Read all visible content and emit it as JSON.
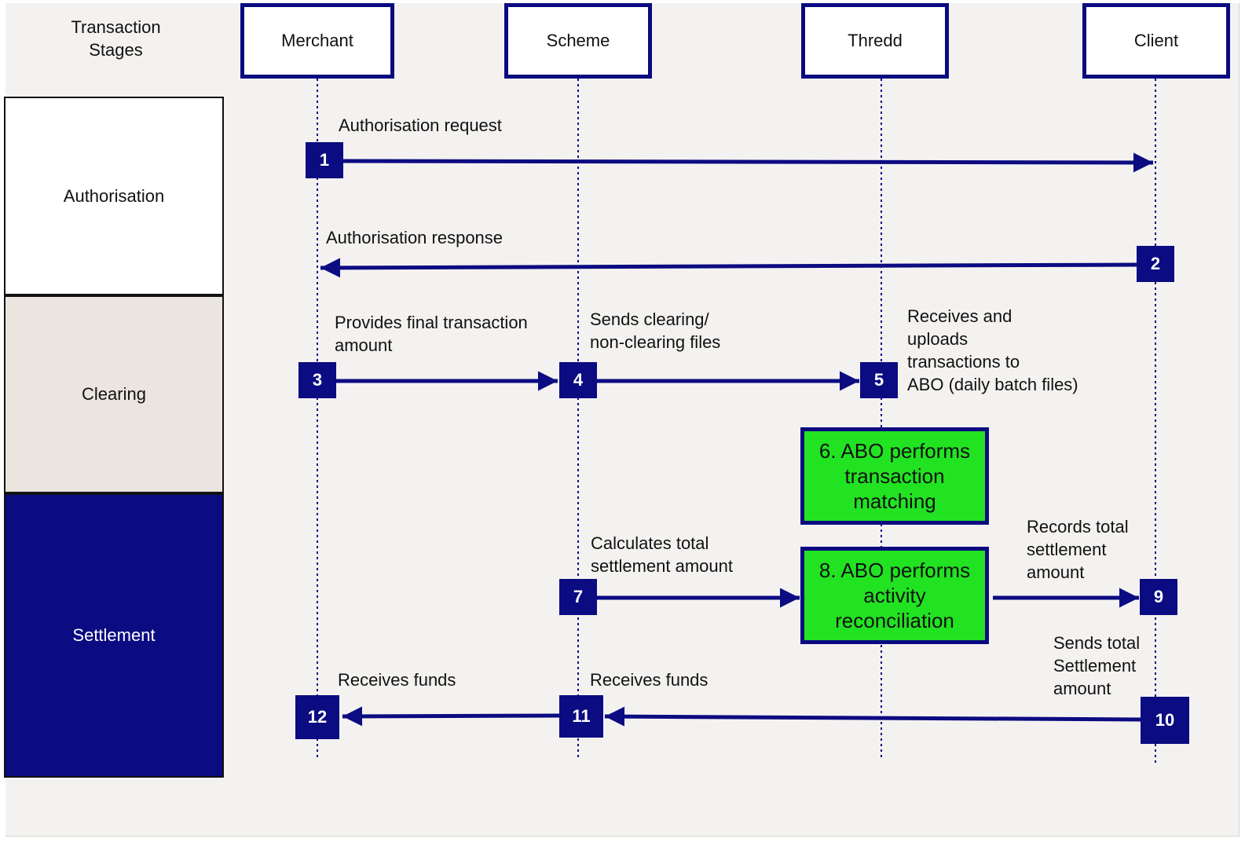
{
  "header": {
    "stages_title": "Transaction\nStages"
  },
  "participants": [
    "Merchant",
    "Scheme",
    "Thredd",
    "Client"
  ],
  "stages": [
    "Authorisation",
    "Clearing",
    "Settlement"
  ],
  "steps": [
    {
      "num": "1",
      "label": "Authorisation request"
    },
    {
      "num": "2",
      "label": "Authorisation response"
    },
    {
      "num": "3",
      "label": "Provides final transaction\namount"
    },
    {
      "num": "4",
      "label": "Sends clearing/\nnon-clearing files"
    },
    {
      "num": "5",
      "label": "Receives and\nuploads\ntransactions to\nABO (daily batch files)"
    },
    {
      "num": "6",
      "label": "6. ABO performs\ntransaction\nmatching"
    },
    {
      "num": "7",
      "label": "Calculates total\nsettlement amount"
    },
    {
      "num": "8",
      "label": "8. ABO performs\nactivity\nreconciliation"
    },
    {
      "num": "9",
      "label": "Records total\nsettlement\namount"
    },
    {
      "num": "10",
      "label": "Sends total\nSettlement\namount"
    },
    {
      "num": "11",
      "label": "Receives funds"
    },
    {
      "num": "12",
      "label": "Receives funds"
    }
  ],
  "colors": {
    "navy": "#0b0b82",
    "green": "#22e322",
    "clearing_bg": "#ebe5df",
    "canvas_bg": "#f4f2f0"
  }
}
